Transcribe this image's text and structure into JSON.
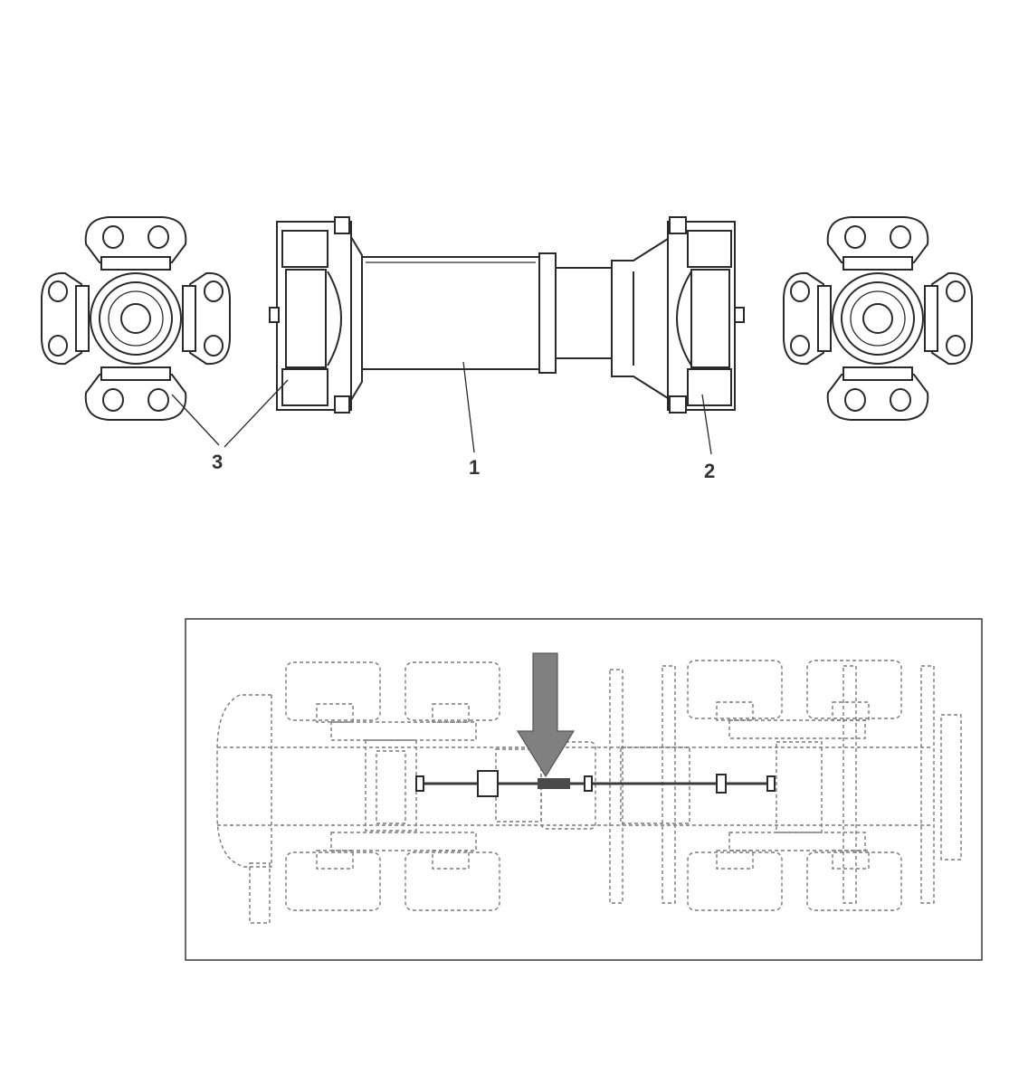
{
  "callouts": [
    {
      "id": "1",
      "text": "1"
    },
    {
      "id": "2",
      "text": "2"
    },
    {
      "id": "3",
      "text": "3"
    }
  ],
  "colors": {
    "line": "#2a2a2a",
    "dashed": "#7a7a7a",
    "arrow": "#808080",
    "background": "#ffffff"
  },
  "icons": [
    "universal-joint-cross",
    "propeller-shaft",
    "location-arrow"
  ]
}
